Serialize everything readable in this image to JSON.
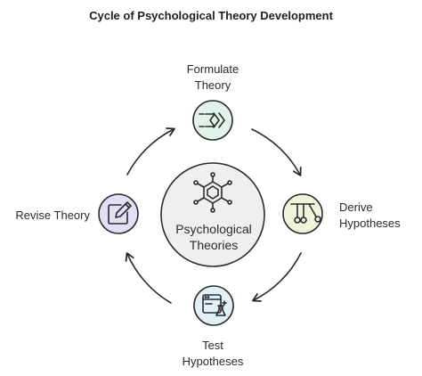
{
  "title": "Cycle of Psychological Theory Development",
  "center": {
    "line1": "Psychological",
    "line2": "Theories",
    "icon": "molecule-icon"
  },
  "nodes": [
    {
      "id": "formulate",
      "line1": "Formulate",
      "line2": "Theory",
      "icon": "sigma-chevron-icon",
      "color": "#e3f3ea"
    },
    {
      "id": "derive",
      "line1": "Derive",
      "line2": "Hypotheses",
      "icon": "pendulum-icon",
      "color": "#eef5dc"
    },
    {
      "id": "test",
      "line1": "Test",
      "line2": "Hypotheses",
      "icon": "lab-window-icon",
      "color": "#e2f0f8"
    },
    {
      "id": "revise",
      "line1": "Revise Theory",
      "line2": "",
      "icon": "edit-pen-icon",
      "color": "#e3e0f6"
    }
  ],
  "colors": {
    "center_fill": "#efefef",
    "stroke": "#2b2b2b"
  }
}
